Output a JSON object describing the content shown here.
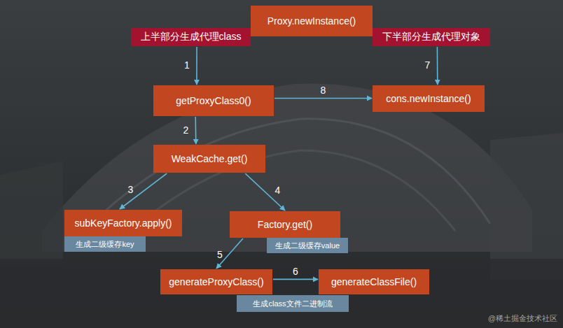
{
  "diagram": {
    "nodes": [
      {
        "text": [
          "上半部分生成代理class"
        ]
      },
      {
        "text": [
          "Proxy.newInstance()"
        ]
      },
      {
        "text": [
          "下半部分生成代理对象"
        ]
      },
      {
        "text": [
          "getProxyClass0()"
        ]
      },
      {
        "text": [
          "cons.newInstance()"
        ]
      },
      {
        "text": [
          "WeakCache.get()"
        ]
      },
      {
        "text": [
          "subKeyFactory.apply()"
        ]
      },
      {
        "text": [
          "生成二级缓存key"
        ]
      },
      {
        "text": [
          "Factory.get()"
        ]
      },
      {
        "text": [
          "生成二级缓存value"
        ]
      },
      {
        "text": [
          "generateProxyClass()"
        ]
      },
      {
        "text": [
          "generateClassFile()"
        ]
      },
      {
        "text": [
          "生成class文件二进制流"
        ]
      }
    ],
    "edges": [
      {
        "from": 0,
        "to": 3,
        "arrow": "to",
        "label": "1"
      },
      {
        "from": 3,
        "to": 5,
        "arrow": "to",
        "label": "2"
      },
      {
        "from": 5,
        "to": 6,
        "arrow": "to",
        "label": "3"
      },
      {
        "from": 5,
        "to": 8,
        "arrow": "to",
        "label": "4"
      },
      {
        "from": 8,
        "to": 10,
        "arrow": "to",
        "label": "5"
      },
      {
        "from": 10,
        "to": 11,
        "arrow": "to",
        "label": "6"
      },
      {
        "from": 2,
        "to": 4,
        "arrow": "to",
        "label": "7"
      },
      {
        "from": 3,
        "to": 4,
        "arrow": "to",
        "label": "8"
      }
    ],
    "labels": [
      "@稀土掘金技术社区"
    ]
  }
}
